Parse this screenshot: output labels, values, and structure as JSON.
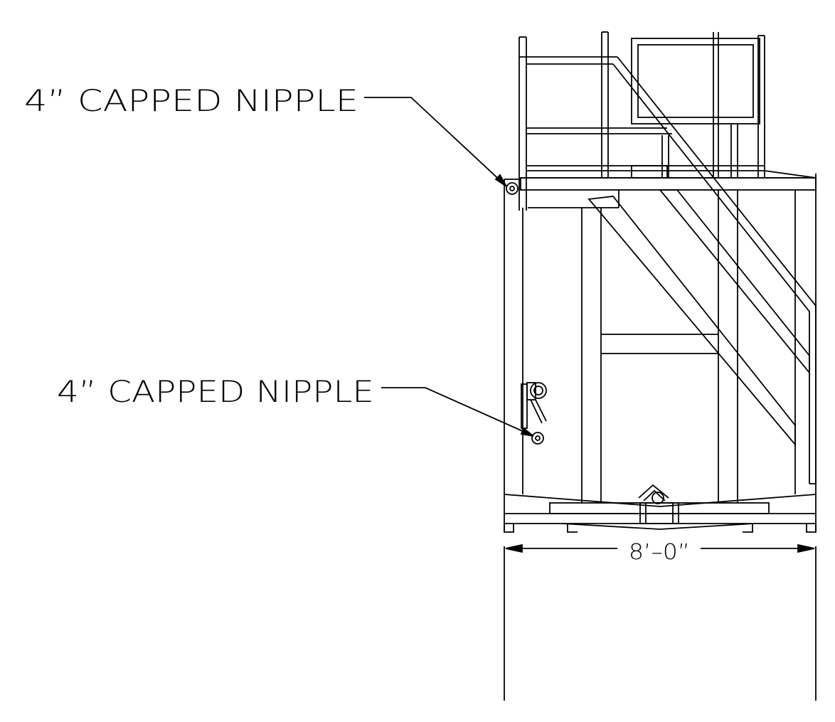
{
  "callouts": [
    {
      "label": "4” CAPPED NIPPLE"
    },
    {
      "label": "4” CAPPED NIPPLE"
    }
  ],
  "dimension": {
    "label": "8’–0”"
  },
  "colors": {
    "ink": "#000000",
    "paper": "#ffffff"
  }
}
